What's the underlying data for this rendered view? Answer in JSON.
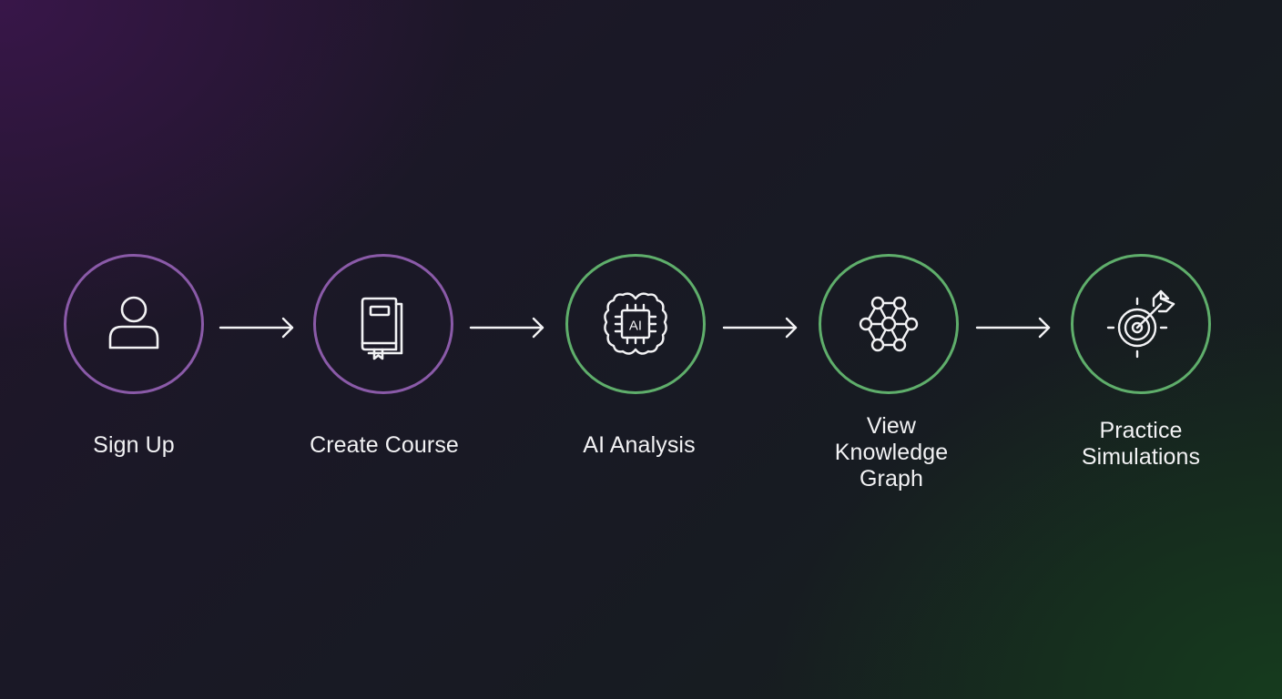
{
  "colors": {
    "purple_ring": "#8a5aa8",
    "green_ring": "#5fae6b",
    "icon_stroke": "#f2f2f4",
    "text": "#f2f2f4"
  },
  "steps": [
    {
      "label_lines": [
        "Sign Up"
      ],
      "icon": "user-icon",
      "ring": "purple"
    },
    {
      "label_lines": [
        "Create Course"
      ],
      "icon": "book-icon",
      "ring": "purple"
    },
    {
      "label_lines": [
        "AI Analysis"
      ],
      "icon": "ai-chip-brain-icon",
      "icon_text": "AI",
      "ring": "green"
    },
    {
      "label_lines": [
        "View",
        "Knowledge",
        "Graph"
      ],
      "icon": "network-graph-icon",
      "ring": "green"
    },
    {
      "label_lines": [
        "Practice",
        "Simulations"
      ],
      "icon": "target-arrow-icon",
      "ring": "green"
    }
  ]
}
